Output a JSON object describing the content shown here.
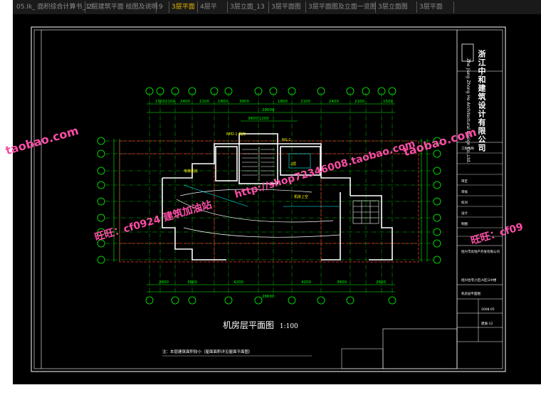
{
  "tabs": [
    {
      "label": "05.Ik_ 面积综合计算书_13"
    },
    {
      "label": "2层建筑平面 绘图及说明"
    },
    {
      "label": "9"
    },
    {
      "label": "3层平面"
    },
    {
      "label": "4层平"
    },
    {
      "label": "3层立面_13"
    },
    {
      "label": "3层平面图"
    },
    {
      "label": "3层平面图及立面一览图"
    },
    {
      "label": "3层立面图"
    },
    {
      "label": "3层平面"
    }
  ],
  "company": {
    "name_cn": "浙江中和建筑设计有限公司",
    "name_en": "Zhe Jiang Zhong He Architectural Design Co.,Ltd."
  },
  "drawing": {
    "title": "机房层平面图",
    "scale": "1:100",
    "top_dims": [
      "1500",
      "2100",
      "2400",
      "2100",
      "1800",
      "3900",
      "1800",
      "2100",
      "2400",
      "2100",
      "1500"
    ],
    "overall_dim": "28600",
    "bottom_dims": [
      "2600",
      "3600",
      "4200",
      "4200",
      "3600",
      "2600"
    ],
    "room_labels": [
      "NPD-1 机房",
      "NG-1",
      "2层",
      "电梯机房",
      "机房上空"
    ],
    "note": "注：本层建筑面积较小（屋面面积详见屋面平面图）"
  },
  "titleblock": {
    "owner": "绍兴市房地产开发有限公司",
    "project": "绍兴住宅小区(A区)2#楼",
    "sheet_name": "机房层平面图",
    "sheet_no": "建施-12",
    "date": "2008.05"
  },
  "watermarks": [
    {
      "text": "taobao.com"
    },
    {
      "text": "http://shop72346008.taobao.com"
    },
    {
      "text": "旺旺：cf0924 建筑加油站"
    },
    {
      "text": "旺旺：cf09"
    }
  ],
  "colors": {
    "background": "#000000",
    "axis": "#00ff00",
    "walls": "#ffffff",
    "red_lines": "#ff3030",
    "dims": "#00ff00",
    "watermark": "#ff2d8a"
  }
}
